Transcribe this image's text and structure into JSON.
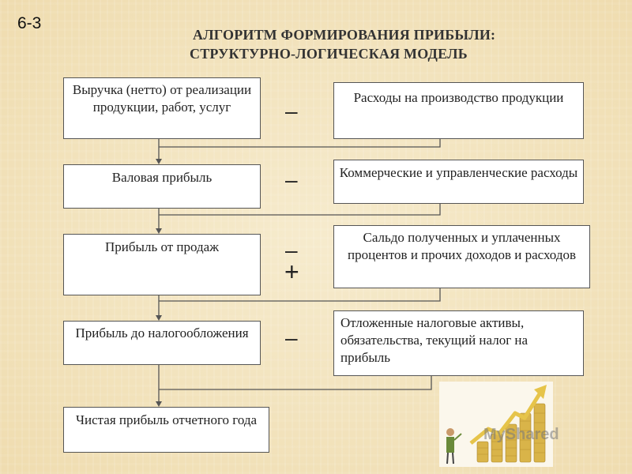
{
  "slide_number": "6-3",
  "title": {
    "line1": "АЛГОРИТМ ФОРМИРОВАНИЯ ПРИБЫЛИ:",
    "line2": "СТРУКТУРНО-ЛОГИЧЕСКАЯ МОДЕЛЬ"
  },
  "steps": [
    {
      "left": "Выручка (нетто) от реализации продукции, работ, услуг",
      "operator": "–",
      "right": "Расходы на производство продукции"
    },
    {
      "left": "Валовая прибыль",
      "operator": "–",
      "right": "Коммерческие и управленческие расходы"
    },
    {
      "left": "Прибыль от продаж",
      "operator": "–",
      "operator2": "+",
      "right": "Сальдо полученных и уплаченных процентов и прочих доходов и расходов"
    },
    {
      "left": "Прибыль до налогообложения",
      "operator": "–",
      "right": "Отложенные налоговые активы, обязательства, текущий налог на прибыль"
    }
  ],
  "result": "Чистая прибыль отчетного года",
  "watermark": "MyShared",
  "icons": {
    "illustration": "growth-chart-coins-illustration"
  }
}
